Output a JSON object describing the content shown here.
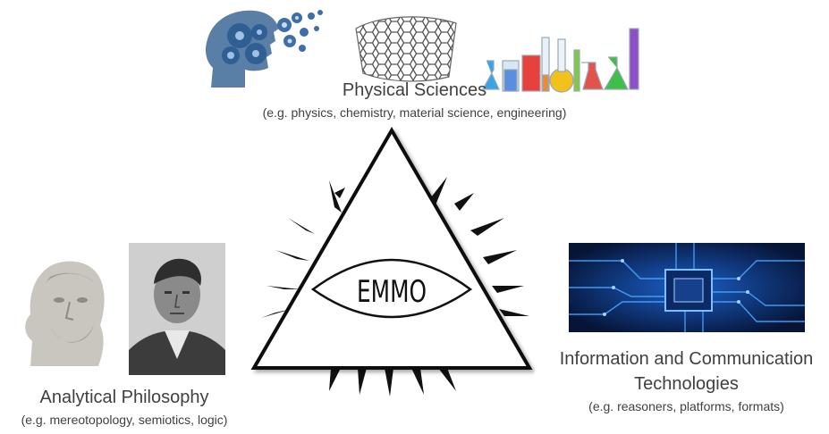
{
  "physical": {
    "title": "Physical Sciences",
    "subtitle": "(e.g. physics, chemistry, material science, engineering)",
    "icons": [
      "gear-head-icon",
      "graphene-sheet-icon",
      "lab-flasks-icon"
    ]
  },
  "philosophy": {
    "title": "Analytical Philosophy",
    "subtitle": "(e.g. mereotopology, semiotics, logic)",
    "icons": [
      "aristotle-bust-image",
      "wittgenstein-portrait-image"
    ]
  },
  "ict": {
    "title_line1": "Information and Communication",
    "title_line2": "Technologies",
    "subtitle": "(e.g. reasoners, platforms, formats)",
    "icons": [
      "circuit-board-image"
    ]
  },
  "logo": {
    "text": "EMMO"
  },
  "colors": {
    "text": "#404040",
    "circuit_blue": "#1a6fd6",
    "circuit_dark": "#061436"
  }
}
